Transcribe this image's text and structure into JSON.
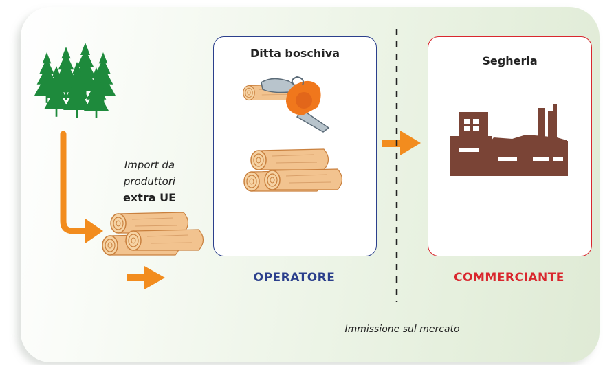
{
  "operator_box": {
    "title": "Ditta boschiva",
    "role": "OPERATORE"
  },
  "trader_box": {
    "title": "Segheria",
    "role": "COMMERCIANTE"
  },
  "import": {
    "line1": "Import da",
    "line2": "produttori",
    "line3": "extra UE"
  },
  "market_label": "Immissione sul mercato",
  "icons": [
    "forest-icon",
    "chainsaw-icon",
    "logs-icon",
    "sawmill-factory-icon",
    "arrow-icon"
  ],
  "colors": {
    "operator": "#2b3f8c",
    "trader": "#d9272e",
    "arrow": "#f28c1e",
    "forest": "#1e8a3c",
    "factory": "#7a4436",
    "wood": "#f2c38f"
  }
}
